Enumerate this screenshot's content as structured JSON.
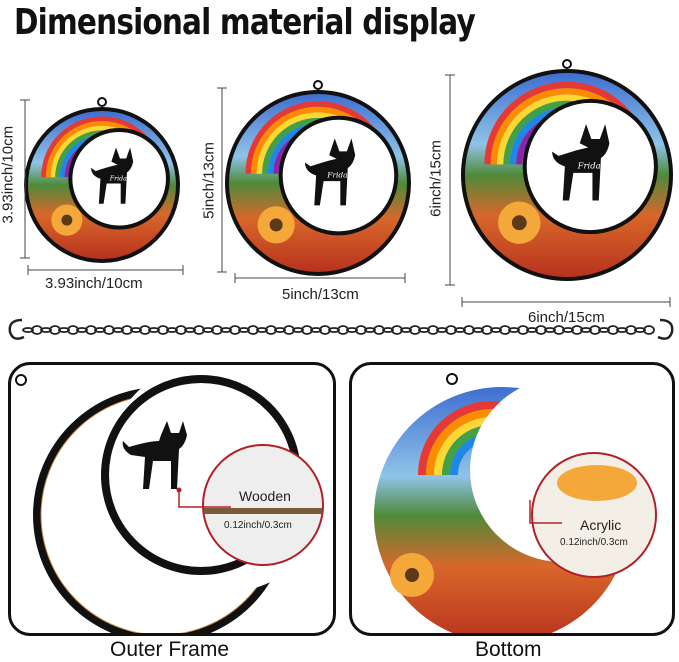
{
  "title": "Dimensional material display",
  "sizes": [
    {
      "height": "3.93inch/10cm",
      "width": "3.93inch/10cm"
    },
    {
      "height": "5inch/13cm",
      "width": "5inch/13cm"
    },
    {
      "height": "6inch/15cm",
      "width": "6inch/15cm"
    }
  ],
  "name_engraving": "Frida",
  "panels": [
    {
      "caption": "Outer Frame",
      "material": "Wooden",
      "thickness": "0.12inch/0.3cm"
    },
    {
      "caption": "Bottom",
      "material": "Acrylic",
      "thickness": "0.12inch/0.3cm"
    }
  ],
  "colors": {
    "frame": "#111111",
    "callout": "#b0202a",
    "rainbow": [
      "#e53935",
      "#fb8c00",
      "#fdd835",
      "#43a047",
      "#1e88e5",
      "#8e24aa"
    ]
  }
}
